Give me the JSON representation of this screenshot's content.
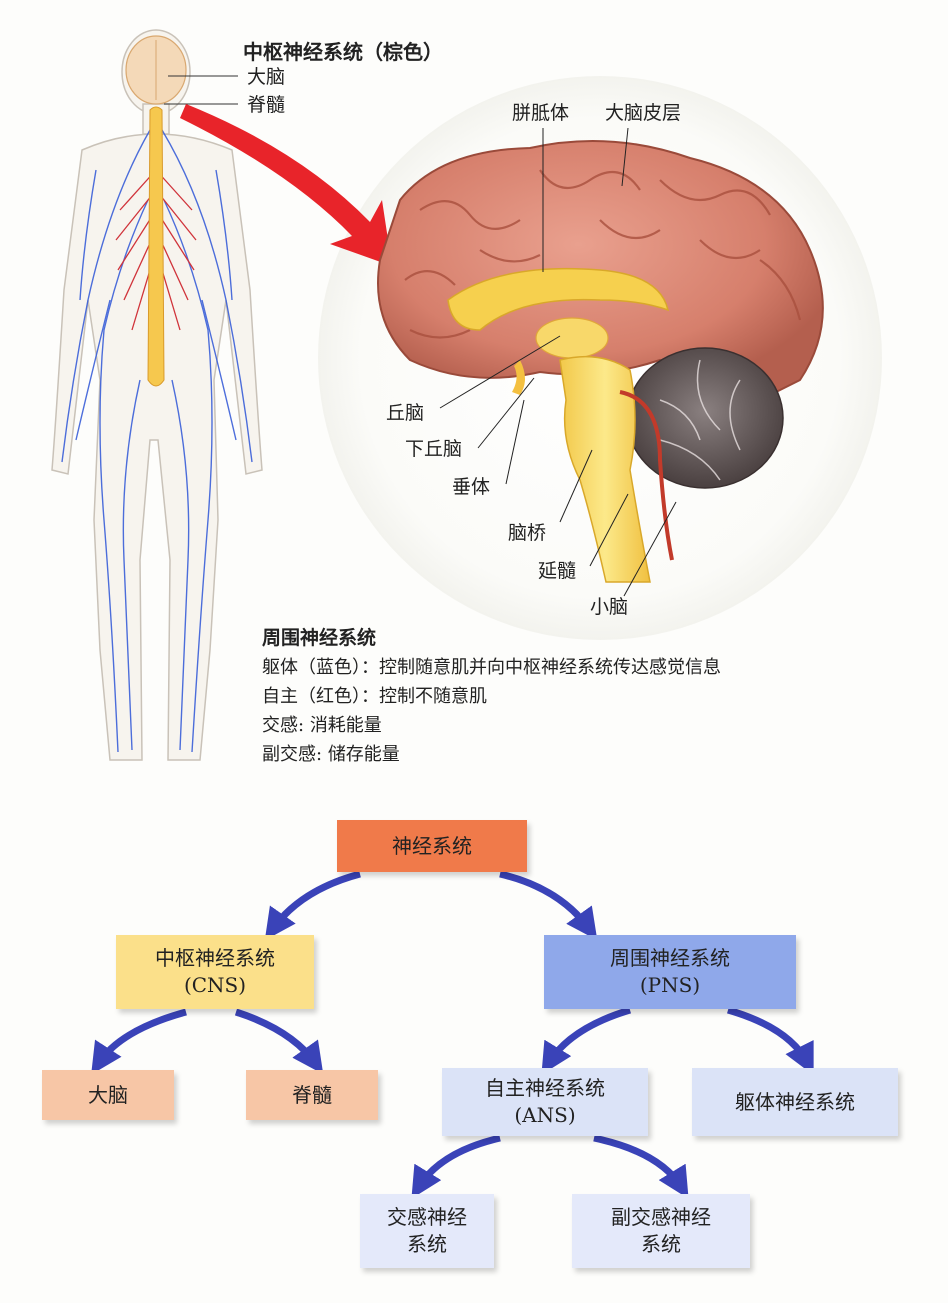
{
  "top": {
    "cns_title": "中枢神经系统（棕色）",
    "body_labels": {
      "brain": "大脑",
      "spinal_cord": "脊髓"
    },
    "brain_labels": {
      "corpus_callosum": "胼胝体",
      "cerebral_cortex": "大脑皮层",
      "thalamus": "丘脑",
      "hypothalamus": "下丘脑",
      "pituitary": "垂体",
      "pons": "脑桥",
      "medulla": "延髓",
      "cerebellum": "小脑"
    },
    "pns": {
      "title": "周围神经系统",
      "somatic_key": "躯体（蓝色）",
      "somatic_desc": "控制随意肌并向中枢神经系统传达感觉信息",
      "autonomic_key": "自主（红色）",
      "autonomic_desc": "控制不随意肌",
      "sympathetic_key": "交感:",
      "sympathetic_desc": "消耗能量",
      "parasympathetic_key": "副交感:",
      "parasympathetic_desc": "储存能量"
    }
  },
  "tree": {
    "root": "神经系统",
    "cns": {
      "line1": "中枢神经系统",
      "line2": "(CNS)"
    },
    "pns": {
      "line1": "周围神经系统",
      "line2": "(PNS)"
    },
    "brain": "大脑",
    "spinal_cord": "脊髓",
    "ans": {
      "line1": "自主神经系统",
      "line2": "(ANS)"
    },
    "somatic": "躯体神经系统",
    "sympathetic": {
      "line1": "交感神经",
      "line2": "系统"
    },
    "parasympathetic": {
      "line1": "副交感神经",
      "line2": "系统"
    }
  },
  "colors": {
    "root": "#f07a4a",
    "cns": "#fbe08a",
    "pns": "#8fa8ea",
    "leaf_cns": "#f7c6a6",
    "leaf_pns": "#dbe3f7",
    "arrow": "#3a43b8",
    "big_arrow": "#e8242a",
    "brain": "#d98a78",
    "somatic_nerve": "#3a5fd8",
    "autonomic_nerve": "#d0333a"
  }
}
